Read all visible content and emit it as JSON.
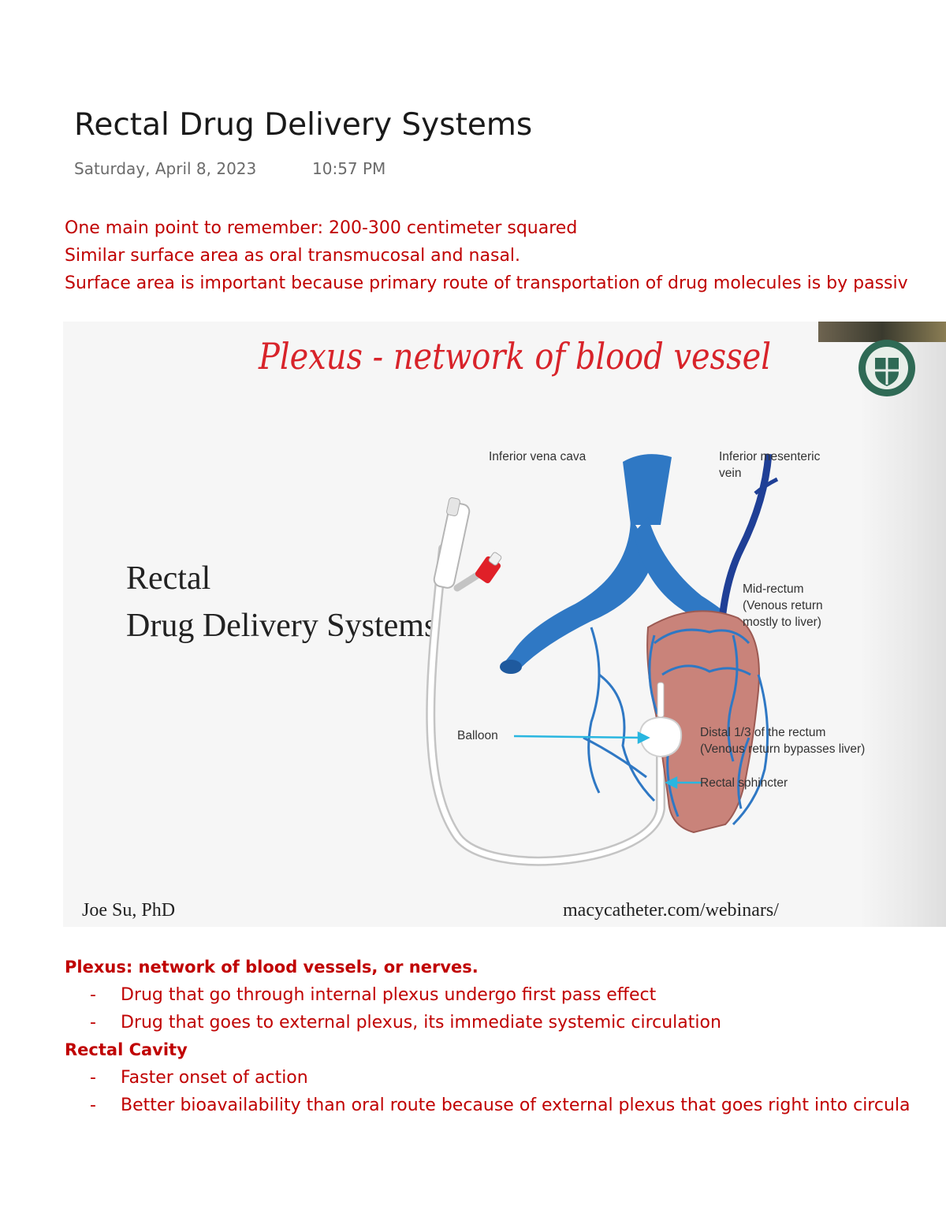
{
  "page": {
    "title": "Rectal Drug Delivery Systems",
    "date": "Saturday, April 8, 2023",
    "time": "10:57 PM"
  },
  "notes": [
    "One main point to remember: 200-300 centimeter squared",
    "Similar surface area as oral transmucosal and nasal.",
    "Surface area is important because primary route of transportation of drug molecules is by passiv"
  ],
  "slide": {
    "handwriting": "Plexus - network of blood vessel",
    "title_lines": [
      "Rectal",
      "Drug Delivery Systems"
    ],
    "labels": {
      "ivc": "Inferior vena cava",
      "imv_1": "Inferior mesenteric",
      "imv_2": "vein",
      "mid_1": "Mid-rectum",
      "mid_2": "(Venous return",
      "mid_3": "mostly to liver)",
      "balloon": "Balloon",
      "distal_1": "Distal 1/3 of the rectum",
      "distal_2": "(Venous return bypasses liver)",
      "sphincter": "Rectal sphincter"
    },
    "footer_left": "Joe Su, PhD",
    "footer_right": "macycatheter.com/webinars/",
    "colors": {
      "vein": "#2f78c4",
      "dark_vein": "#1f3f96",
      "rectum": "#c9837a",
      "arrow": "#29b6e0",
      "note_text": "#c00000"
    }
  },
  "sections": [
    {
      "heading": "Plexus: network of blood vessels, or nerves.",
      "items": [
        "Drug that go through internal plexus undergo first pass effect",
        "Drug that goes to external plexus, its immediate systemic circulation"
      ]
    },
    {
      "heading": "Rectal Cavity",
      "items": [
        "Faster onset of action",
        "Better bioavailability than oral route because of external plexus that goes right into circula"
      ]
    }
  ],
  "bullet": "-"
}
